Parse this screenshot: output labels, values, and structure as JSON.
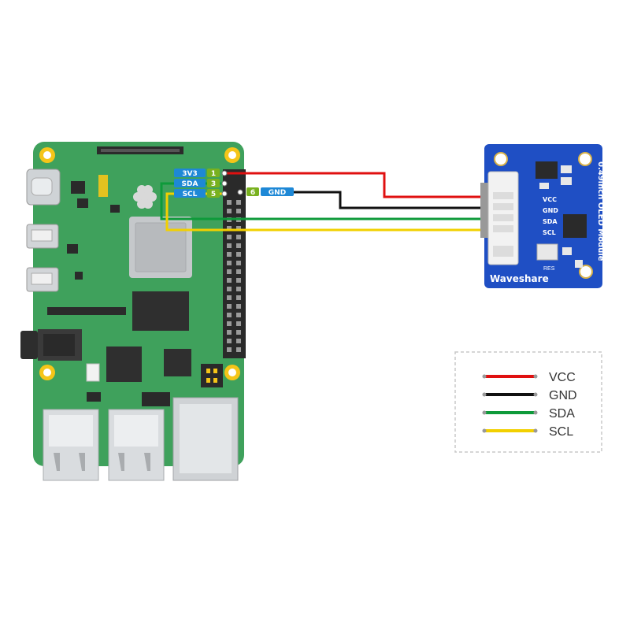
{
  "pins": [
    {
      "name": "3V3",
      "num": "1"
    },
    {
      "name": "SDA",
      "num": "3"
    },
    {
      "name": "SCL",
      "num": "5"
    },
    {
      "name": "GND",
      "num": "6"
    }
  ],
  "module": {
    "brand": "Waveshare",
    "title": "0.49inch OLED Module",
    "pins": [
      "VCC",
      "GND",
      "SDA",
      "SCL"
    ],
    "res": "RES"
  },
  "legend": [
    {
      "label": "VCC",
      "color": "#e01010"
    },
    {
      "label": "GND",
      "color": "#111111"
    },
    {
      "label": "SDA",
      "color": "#0e9a3a"
    },
    {
      "label": "SCL",
      "color": "#f2d000"
    }
  ],
  "colors": {
    "board": "#3fa15c",
    "board_dark": "#2f8a4b",
    "module": "#1f4fc4",
    "pin_label": "#1e88d6",
    "pin_num": "#79b11f"
  }
}
